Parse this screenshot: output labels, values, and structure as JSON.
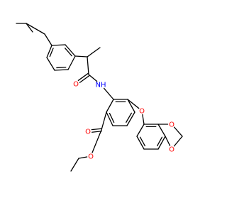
{
  "colors": {
    "background": "#ffffff",
    "bond": "#000000",
    "oxygen": "#ff0000",
    "nitrogen": "#0000ff"
  },
  "labels": {
    "amide_n": "NH",
    "amide_o": "O",
    "ether_o": "O",
    "dioxole_o_top": "O",
    "dioxole_o_bottom": "O",
    "ester_carbonyl_o": "O",
    "ester_o": "O"
  }
}
